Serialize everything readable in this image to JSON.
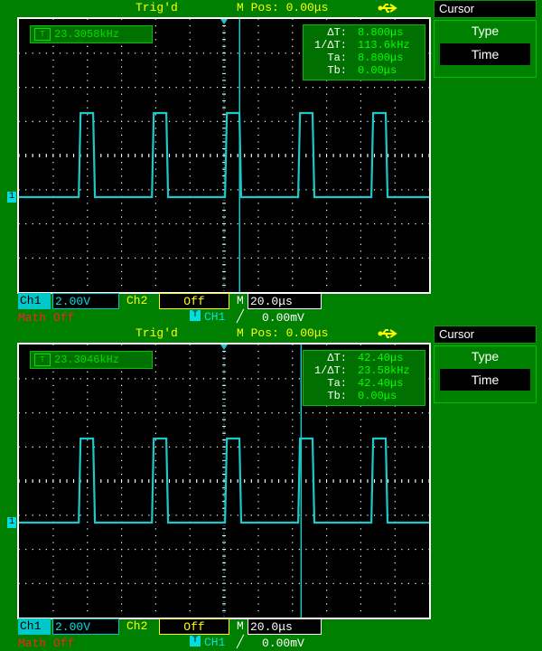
{
  "panels": [
    {
      "trig_status": "Trig'd",
      "m_pos": "M Pos: 0.00μs",
      "frequency": "23.3058kHz",
      "freq_icon": "T",
      "measurements": [
        {
          "label": "ΔT:",
          "value": "8.800μs"
        },
        {
          "label": "1/ΔT:",
          "value": "113.6kHz"
        },
        {
          "label": "Ta:",
          "value": "8.800μs"
        },
        {
          "label": "Tb:",
          "value": "0.00μs"
        }
      ],
      "menu": {
        "title": "Cursor",
        "label": "Type",
        "value": "Time"
      },
      "ch1": {
        "tag": "Ch1",
        "value": "2.00V"
      },
      "ch2": {
        "tag": "Ch2",
        "value": "Off"
      },
      "timebase": {
        "tag": "M",
        "value": "20.0μs"
      },
      "math": "Math Off",
      "trigger": {
        "source_icon": "T",
        "source": "CH1",
        "edge": "╱",
        "level": "0.00mV"
      },
      "ground_marker": "1",
      "cursor_a_fraction": 0.538,
      "cursor_b_fraction": 0.5
    },
    {
      "trig_status": "Trig'd",
      "m_pos": "M Pos: 0.00μs",
      "frequency": "23.3046kHz",
      "freq_icon": "T",
      "measurements": [
        {
          "label": "ΔT:",
          "value": "42.40μs"
        },
        {
          "label": "1/ΔT:",
          "value": "23.58kHz"
        },
        {
          "label": "Ta:",
          "value": "42.40μs"
        },
        {
          "label": "Tb:",
          "value": "0.00μs"
        }
      ],
      "menu": {
        "title": "Cursor",
        "label": "Type",
        "value": "Time"
      },
      "ch1": {
        "tag": "Ch1",
        "value": "2.00V"
      },
      "ch2": {
        "tag": "Ch2",
        "value": "Off"
      },
      "timebase": {
        "tag": "M",
        "value": "20.0μs"
      },
      "math": "Math Off",
      "trigger": {
        "source_icon": "T",
        "source": "CH1",
        "edge": "╱",
        "level": "0.00mV"
      },
      "ground_marker": "1",
      "cursor_a_fraction": 0.688,
      "cursor_b_fraction": 0.5
    }
  ],
  "colors": {
    "trace": "#1ec8c8",
    "cursor": "#1ec8c8",
    "grid": "#ffffff",
    "accent": "#ffff00"
  }
}
